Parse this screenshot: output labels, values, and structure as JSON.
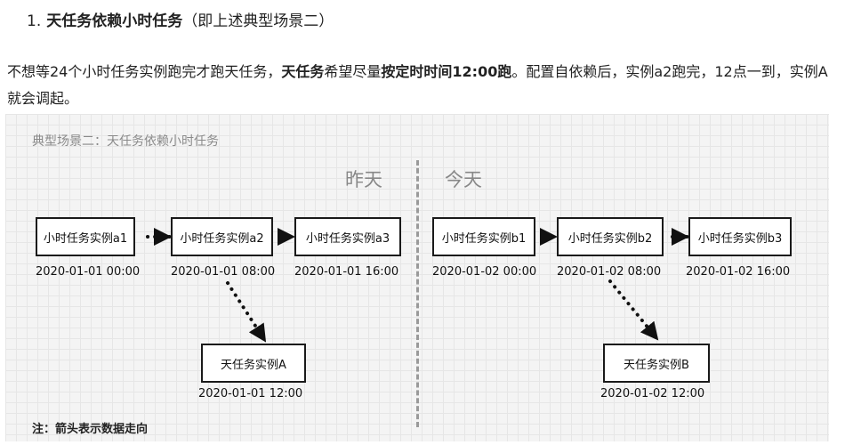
{
  "heading": {
    "number": "1.",
    "bold": "天任务依赖小时任务",
    "rest": "（即上述典型场景二）"
  },
  "paragraph": {
    "seg1": "不想等24个小时任务实例跑完才跑天任务，",
    "seg2_bold": "天任务",
    "seg3": "希望尽量",
    "seg4_bold": "按定时时间12:00跑",
    "seg5": "。配置自依赖后，实例a2跑完，12点一到，实例A就会调起。"
  },
  "diagram": {
    "title": "典型场景二：天任务依赖小时任务",
    "yesterday_label": "昨天",
    "today_label": "今天",
    "nodes": [
      {
        "label": "小时任务实例a1",
        "time": "2020-01-01 00:00"
      },
      {
        "label": "小时任务实例a2",
        "time": "2020-01-01 08:00"
      },
      {
        "label": "小时任务实例a3",
        "time": "2020-01-01 16:00"
      },
      {
        "label": "小时任务实例b1",
        "time": "2020-01-02 00:00"
      },
      {
        "label": "小时任务实例b2",
        "time": "2020-01-02 08:00"
      },
      {
        "label": "小时任务实例b3",
        "time": "2020-01-02 16:00"
      },
      {
        "label": "天任务实例A",
        "time": "2020-01-01 12:00"
      },
      {
        "label": "天任务实例B",
        "time": "2020-01-02 12:00"
      }
    ],
    "note": "注：箭头表示数据走向"
  }
}
